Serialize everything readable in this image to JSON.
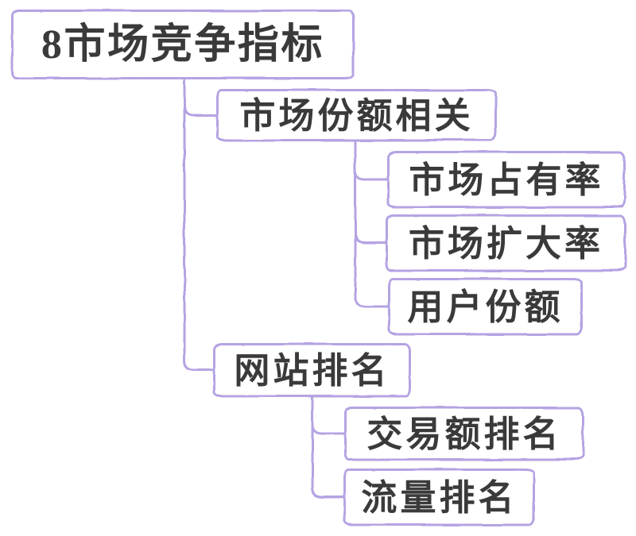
{
  "colors": {
    "accent": "#b5a3e3",
    "text": "#3a3a3a",
    "background": "#ffffff"
  },
  "mindmap": {
    "root": {
      "label": "8市场竞争指标"
    },
    "branches": [
      {
        "label": "市场份额相关",
        "children": [
          {
            "label": "市场占有率"
          },
          {
            "label": "市场扩大率"
          },
          {
            "label": "用户份额"
          }
        ]
      },
      {
        "label": "网站排名",
        "children": [
          {
            "label": "交易额排名"
          },
          {
            "label": "流量排名"
          }
        ]
      }
    ]
  }
}
